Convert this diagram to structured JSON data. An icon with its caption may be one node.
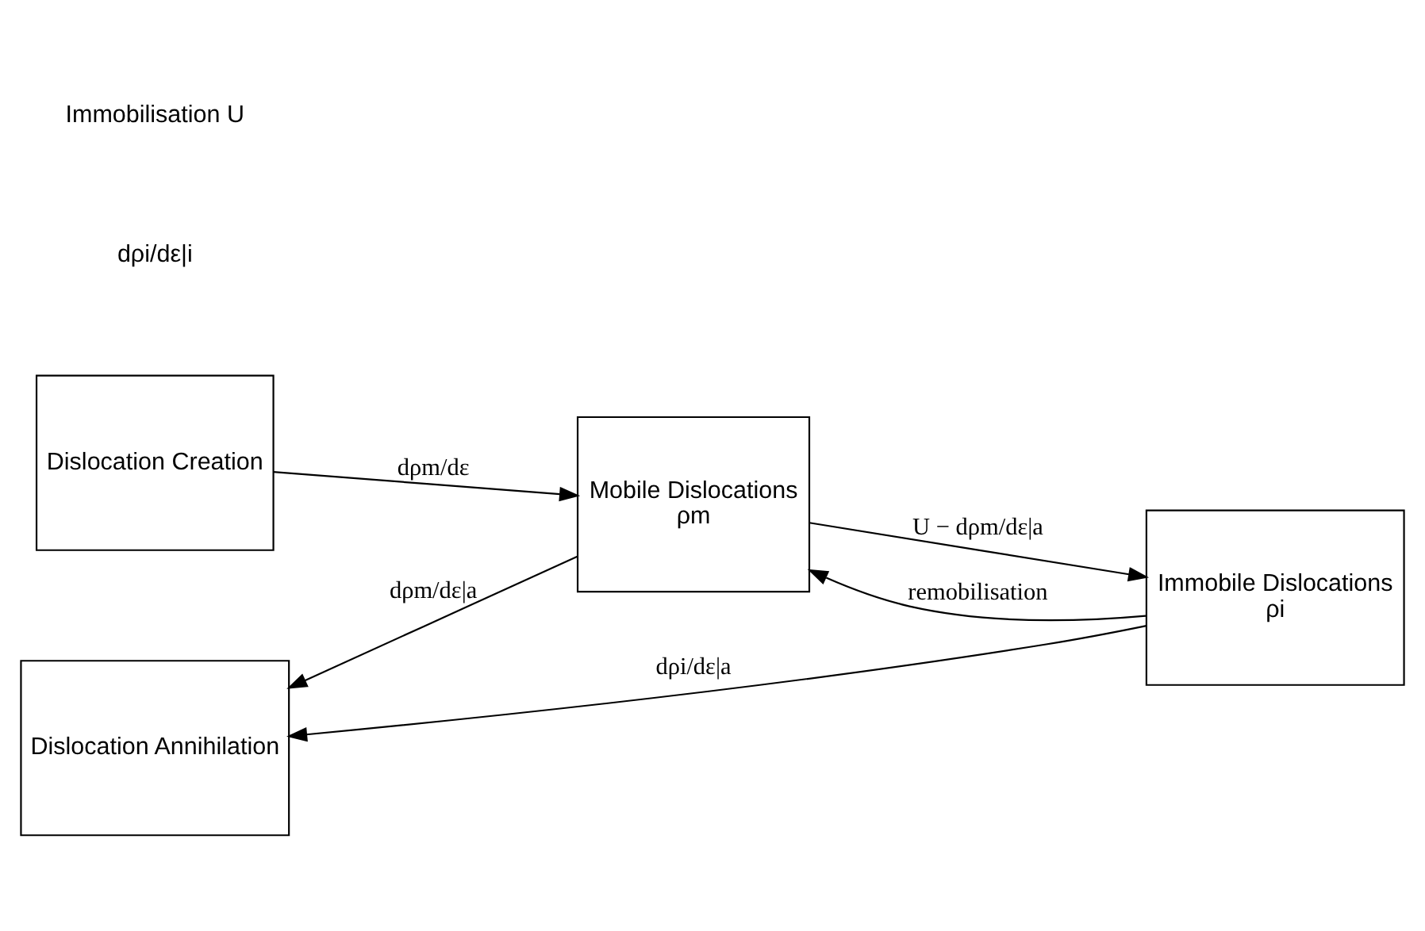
{
  "diagram": {
    "nodes": [
      {
        "text": [
          "Dislocation Creation"
        ]
      },
      {
        "text": [
          "Mobile Dislocations",
          "ρm"
        ]
      },
      {
        "text": [
          "Immobile Dislocations",
          "ρi"
        ]
      },
      {
        "text": [
          "Dislocation Annihilation"
        ]
      }
    ],
    "edges": [
      {
        "from": 0,
        "to": 1,
        "arrow": "to",
        "label": "dρm/dε"
      },
      {
        "from": 2,
        "to": 1,
        "arrow": "to",
        "label": "remobilisation"
      },
      {
        "from": 1,
        "to": 2,
        "arrow": "to",
        "label": "U − dρm/dε|a"
      },
      {
        "from": 1,
        "to": 3,
        "arrow": "to",
        "label": "dρm/dε|a"
      },
      {
        "from": 2,
        "to": 3,
        "arrow": "to",
        "label": "dρi/dε|a"
      }
    ],
    "labels": [
      "dρi/dε|i",
      "Immobilisation U"
    ]
  }
}
